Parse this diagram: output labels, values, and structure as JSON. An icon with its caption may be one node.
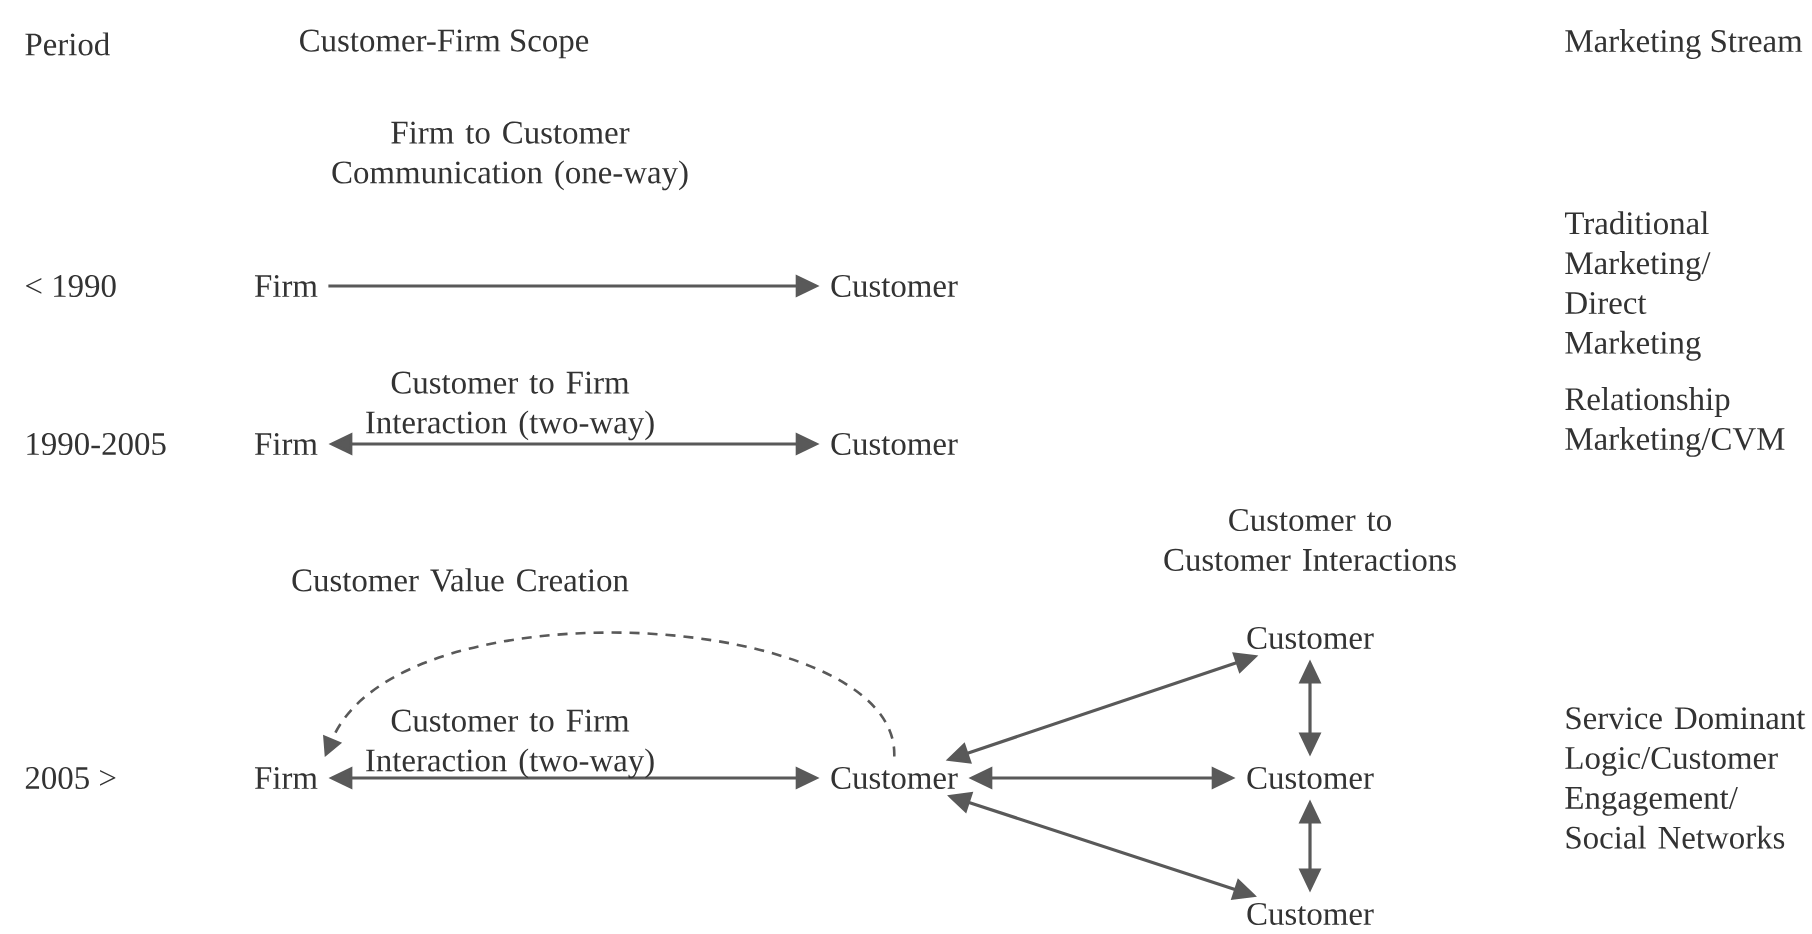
{
  "diagram": {
    "nodes": [
      {
        "text": [
          "Firm"
        ]
      },
      {
        "text": [
          "Customer"
        ]
      },
      {
        "text": [
          "Firm"
        ]
      },
      {
        "text": [
          "Customer"
        ]
      },
      {
        "text": [
          "Firm"
        ]
      },
      {
        "text": [
          "Customer"
        ]
      },
      {
        "text": [
          "Customer"
        ]
      },
      {
        "text": [
          "Customer"
        ]
      },
      {
        "text": [
          "Customer"
        ]
      }
    ],
    "edges": [
      {
        "from": 0,
        "to": 1,
        "arrow": "to",
        "label": "Firm to Customer Communication (one-way)"
      },
      {
        "from": 2,
        "to": 3,
        "arrow": "both",
        "label": "Customer to Firm Interaction (two-way)"
      },
      {
        "from": 4,
        "to": 5,
        "arrow": "both",
        "label": "Customer to Firm Interaction (two-way)"
      },
      {
        "from": 5,
        "to": 4,
        "arrow": "to",
        "style": "dashed",
        "label": "Customer Value Creation"
      },
      {
        "from": 5,
        "to": 6,
        "arrow": "both"
      },
      {
        "from": 5,
        "to": 7,
        "arrow": "both"
      },
      {
        "from": 5,
        "to": 8,
        "arrow": "both"
      },
      {
        "from": 6,
        "to": 7,
        "arrow": "both"
      },
      {
        "from": 7,
        "to": 8,
        "arrow": "both"
      }
    ],
    "labels": [
      "Period",
      "Customer-Firm Scope",
      "Marketing Stream",
      "< 1990",
      "Traditional Marketing/ Direct Marketing",
      "1990-2005",
      "Relationship Marketing/CVM",
      "Customer to Customer Interactions",
      "2005 >",
      "Service Dominant Logic/Customer Engagement/ Social Networks"
    ]
  }
}
